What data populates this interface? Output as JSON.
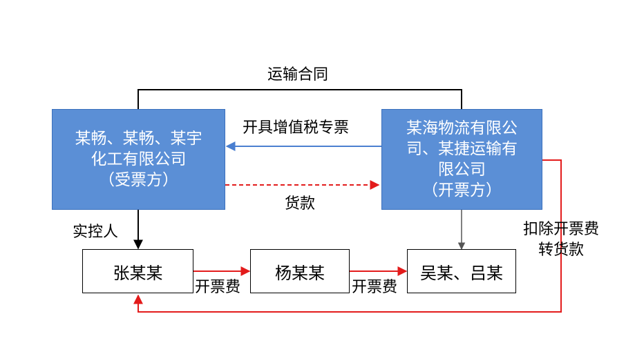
{
  "colors": {
    "box_fill": "#5b8fd6",
    "arrow_blue": "#4a7fd0",
    "arrow_red": "#e31b1b",
    "line_black": "#000000"
  },
  "nodes": {
    "receiver": {
      "lines": [
        "某畅、某畅、某宇",
        "化工有限公司",
        "（受票方）"
      ]
    },
    "issuer": {
      "lines": [
        "某海物流有限公",
        "司、某捷运输有",
        "限公司",
        "（开票方）"
      ]
    },
    "zhang": {
      "label": "张某某"
    },
    "yang": {
      "label": "杨某某"
    },
    "wu_lv": {
      "label": "吴某、吕某"
    }
  },
  "edges": {
    "contract": "运输合同",
    "invoice": "开具增值税专票",
    "payment": "货款",
    "controller": "实控人",
    "fee1": "开票费",
    "fee2": "开票费",
    "refund": [
      "扣除开票费",
      "转货款"
    ]
  }
}
